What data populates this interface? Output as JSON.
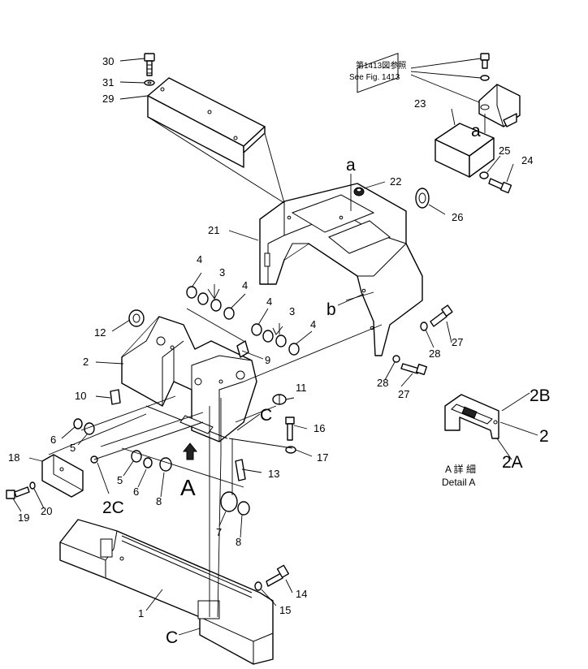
{
  "callouts": {
    "c1": "1",
    "c2": "2",
    "c2b": "2",
    "c2A": "2A",
    "c2B": "2B",
    "c2C": "2C",
    "c3a": "3",
    "c3b": "3",
    "c4a": "4",
    "c4b": "4",
    "c4c": "4",
    "c4d": "4",
    "c5a": "5",
    "c5b": "5",
    "c6a": "6",
    "c6b": "6",
    "c7": "7",
    "c8a": "8",
    "c8b": "8",
    "c9": "9",
    "c10": "10",
    "c11": "11",
    "c12": "12",
    "c13": "13",
    "c14": "14",
    "c15": "15",
    "c16": "16",
    "c17": "17",
    "c18": "18",
    "c19": "19",
    "c20": "20",
    "c21": "21",
    "c22": "22",
    "c23": "23",
    "c24": "24",
    "c25": "25",
    "c26": "26",
    "c27a": "27",
    "c27b": "27",
    "c28a": "28",
    "c28b": "28",
    "c29": "29",
    "c30": "30",
    "c31": "31"
  },
  "reference_marks": {
    "a_top": "a",
    "a_right": "a",
    "b": "b",
    "c_upper": "C",
    "c_lower": "C",
    "view_arrow": "A"
  },
  "see_fig": {
    "japanese": "第1413図参照",
    "english": "See Fig. 1413"
  },
  "detail": {
    "japanese": "A 詳 細",
    "english": "Detail A"
  }
}
